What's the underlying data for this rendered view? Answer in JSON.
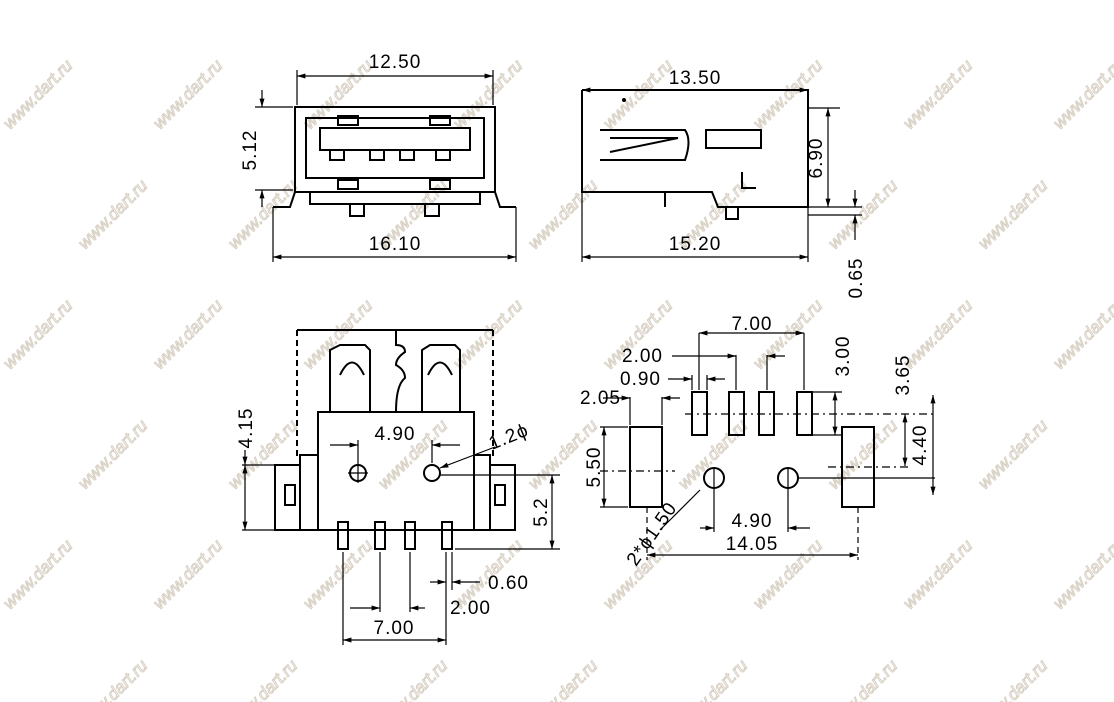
{
  "watermark": "www.dart.ru",
  "front_view": {
    "width_top": "12.50",
    "width_bottom": "16.10",
    "height": "5.12"
  },
  "side_view": {
    "length_top": "13.50",
    "length_bottom": "15.20",
    "height": "6.90",
    "offset": "0.65"
  },
  "bottom_view": {
    "post_height": "4.15",
    "hole_spacing": "4.90",
    "hole_dia": "1.2ϕ",
    "hole_to_pin": "5.2",
    "pin_width": "0.60",
    "pin_pitch": "2.00",
    "pin_span": "7.00"
  },
  "footprint": {
    "pad_span": "7.00",
    "pad_pitch": "2.00",
    "pad_width": "0.90",
    "mount_pad_width": "2.05",
    "pad_length": "3.00",
    "row_offset": "3.65",
    "hole_offset": "4.40",
    "mount_pad_length": "5.50",
    "hole_dia": "2*ϕ1.50",
    "hole_spacing": "4.90",
    "mount_span": "14.05"
  }
}
